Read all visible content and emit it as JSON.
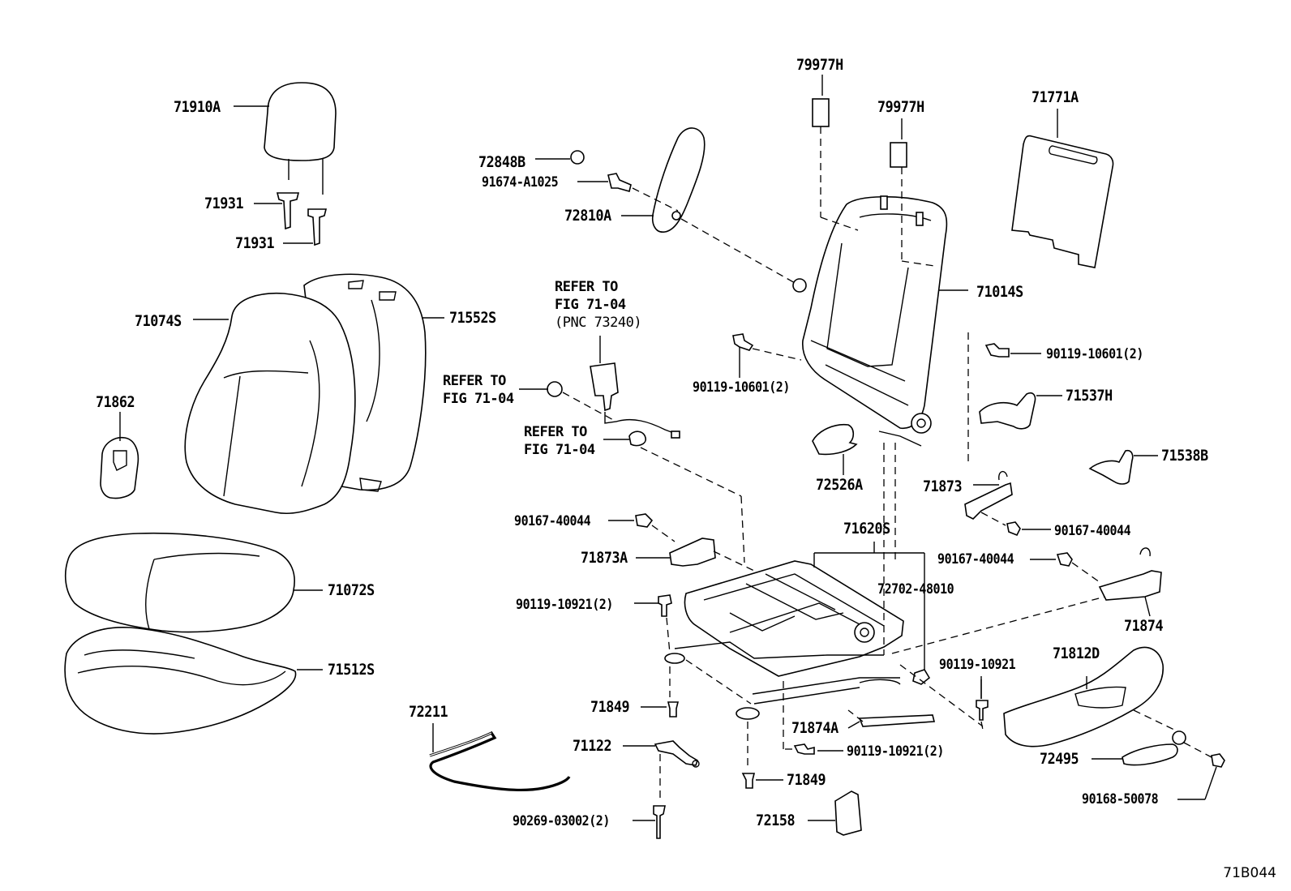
{
  "diagram_id": "71B044",
  "callouts": {
    "c71910A": "71910A",
    "c71931a": "71931",
    "c71931b": "71931",
    "c71074S": "71074S",
    "c71552S": "71552S",
    "c71862": "71862",
    "c71072S": "71072S",
    "c71512S": "71512S",
    "c72848B": "72848B",
    "c91674": "91674-A1025",
    "c72810A": "72810A",
    "c79977Ha": "79977H",
    "c79977Hb": "79977H",
    "c71771A": "71771A",
    "c71014S": "71014S",
    "c90119_10601_left": "90119-10601(2)",
    "c90119_10601_right": "90119-10601(2)",
    "c71537H": "71537H",
    "c71538B": "71538B",
    "c72526A": "72526A",
    "c71873": "71873",
    "c90167_a": "90167-40044",
    "c90167_b": "90167-40044",
    "c90167_c": "90167-40044",
    "c71873A": "71873A",
    "c71620S": "71620S",
    "c72702": "72702-48010",
    "c90119_10921_2a": "90119-10921(2)",
    "c71874": "71874",
    "c90119_10921": "90119-10921",
    "c71812D": "71812D",
    "c71849a": "71849",
    "c71849b": "71849",
    "c72211": "72211",
    "c71122": "71122",
    "c71874A": "71874A",
    "c90119_10921_2b": "90119-10921(2)",
    "c72495": "72495",
    "c90168": "90168-50078",
    "c90269": "90269-03002(2)",
    "c72158": "72158"
  },
  "references": {
    "ref1_line1": "REFER TO",
    "ref1_line2": "FIG 71-04",
    "ref1_line3": "(PNC 73240)",
    "ref2_line1": "REFER TO",
    "ref2_line2": "FIG 71-04",
    "ref3_line1": "REFER TO",
    "ref3_line2": "FIG 71-04"
  }
}
